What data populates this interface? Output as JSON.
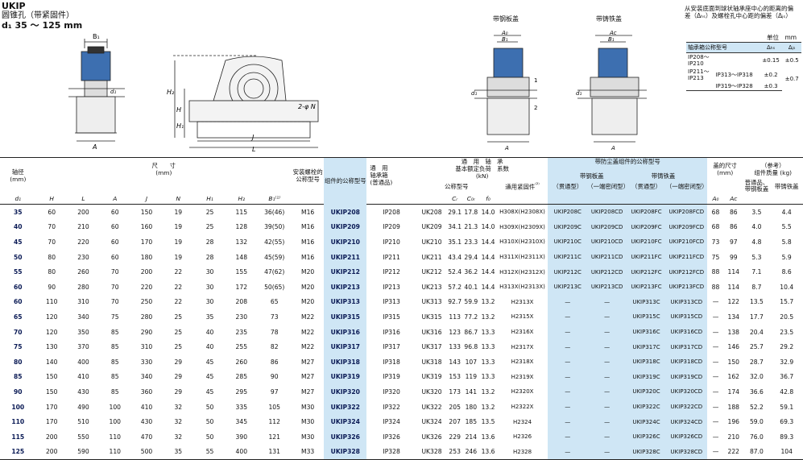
{
  "header": {
    "line1": "UKIP",
    "line2": "圆锥孔（带紧固件）",
    "line3": "d₁ 35 ～ 125 mm"
  },
  "drawing_labels": {
    "cap_steel": "带钢板盖",
    "cap_cast": "带铸铁盖",
    "B1": "B₁",
    "A": "A",
    "d1": "d₁",
    "H2": "H₂",
    "H": "H",
    "H1": "H₁",
    "J": "J",
    "L": "L",
    "N": "2-φ N",
    "A0": "A₀",
    "Ac": "Aᴄ",
    "num1": "1",
    "num2": "2"
  },
  "note": {
    "text": "从安装底面到球状轴承座中心的距离的偏差（Δₕₛ）及螺栓孔中心距的偏差（Δⱼₛ）",
    "unit": "单位　mm"
  },
  "tolerance": {
    "headers": [
      "轴承箱公称型号",
      "Δₕₛ",
      "Δⱼₛ"
    ],
    "rows": [
      {
        "a": "IP208～",
        "b": "IP210",
        "c": "",
        "dh": "±0.15",
        "dj": "±0.5"
      },
      {
        "a": "IP211～",
        "b": "IP213",
        "c": "IP313～IP318",
        "dh": "±0.2",
        "dj": ""
      },
      {
        "a": "",
        "b": "",
        "c": "IP319～IP328",
        "dh": "±0.3",
        "dj": "±0.7"
      }
    ]
  },
  "table": {
    "h": {
      "shaft": "轴径",
      "shaft_unit": "(mm)",
      "dim": "尺　　寸",
      "dim_unit": "(mm)",
      "bolt": "安装螺栓的公称型号",
      "unit_no": "组件的公称型号",
      "housing_use": "通　用",
      "housing_box": "轴承箱",
      "housing_std": "(普通品)",
      "brg_use": "通　用　轴　承",
      "brg_rating": "基本额定负荷　系数",
      "brg_kn": "(kN)",
      "brg_model": "公称型号",
      "adapter": "通用紧固件",
      "dust_title": "带防尘盖组件的公称型号",
      "dust_steel": "带钢板盖",
      "dust_cast": "带铸铁盖",
      "through": "（贯通型）",
      "blind": "（一端密闭型）",
      "cover_dim": "盖的尺寸",
      "cover_unit": "(mm)",
      "mass": "（参考）",
      "mass2": "组件质量 (kg)",
      "mass_std": "普通品、带钢板盖",
      "mass_cast": "带铸铁盖",
      "sym_d1": "d₁",
      "sym_H": "H",
      "sym_L": "L",
      "sym_A": "A",
      "sym_J": "J",
      "sym_N": "N",
      "sym_H1": "H₁",
      "sym_H2": "H₂",
      "sym_B1": "B₁⁽¹⁾",
      "sym_Cr": "Cᵣ",
      "sym_C0r": "C₀ᵣ",
      "sym_f0": "f₀",
      "sym_A0": "A₀",
      "sym_Ac": "Aᴄ",
      "sym_p": "⁽²⁾"
    },
    "rows": [
      [
        "35",
        "60",
        "200",
        "60",
        "150",
        "19",
        "25",
        "115",
        "36(46)",
        "M16",
        "UKIP208",
        "IP208",
        "UK208",
        "29.1",
        "17.8",
        "14.0",
        "H308X(H2308X)",
        "UKIP208C",
        "UKIP208CD",
        "UKIP208FC",
        "UKIP208FCD",
        "68",
        "86",
        "3.5",
        "4.4"
      ],
      [
        "40",
        "70",
        "210",
        "60",
        "160",
        "19",
        "25",
        "128",
        "39(50)",
        "M16",
        "UKIP209",
        "IP209",
        "UK209",
        "34.1",
        "21.3",
        "14.0",
        "H309X(H2309X)",
        "UKIP209C",
        "UKIP209CD",
        "UKIP209FC",
        "UKIP209FCD",
        "68",
        "86",
        "4.0",
        "5.5"
      ],
      [
        "45",
        "70",
        "220",
        "60",
        "170",
        "19",
        "28",
        "132",
        "42(55)",
        "M16",
        "UKIP210",
        "IP210",
        "UK210",
        "35.1",
        "23.3",
        "14.4",
        "H310X(H2310X)",
        "UKIP210C",
        "UKIP210CD",
        "UKIP210FC",
        "UKIP210FCD",
        "73",
        "97",
        "4.8",
        "5.8"
      ],
      [
        "50",
        "80",
        "230",
        "60",
        "180",
        "19",
        "28",
        "148",
        "45(59)",
        "M16",
        "UKIP211",
        "IP211",
        "UK211",
        "43.4",
        "29.4",
        "14.4",
        "H311X(H2311X)",
        "UKIP211C",
        "UKIP211CD",
        "UKIP211FC",
        "UKIP211FCD",
        "75",
        "99",
        "5.3",
        "5.9"
      ],
      [
        "55",
        "80",
        "260",
        "70",
        "200",
        "22",
        "30",
        "155",
        "47(62)",
        "M20",
        "UKIP212",
        "IP212",
        "UK212",
        "52.4",
        "36.2",
        "14.4",
        "H312X(H2312X)",
        "UKIP212C",
        "UKIP212CD",
        "UKIP212FC",
        "UKIP212FCD",
        "88",
        "114",
        "7.1",
        "8.6"
      ],
      [
        "60",
        "90",
        "280",
        "70",
        "220",
        "22",
        "30",
        "172",
        "50(65)",
        "M20",
        "UKIP213",
        "IP213",
        "UK213",
        "57.2",
        "40.1",
        "14.4",
        "H313X(H2313X)",
        "UKIP213C",
        "UKIP213CD",
        "UKIP213FC",
        "UKIP213FCD",
        "88",
        "114",
        "8.7",
        "10.4"
      ],
      [
        "60",
        "110",
        "310",
        "70",
        "250",
        "22",
        "30",
        "208",
        "65",
        "M20",
        "UKIP313",
        "IP313",
        "UK313",
        "92.7",
        "59.9",
        "13.2",
        "H2313X",
        "—",
        "—",
        "UKIP313C",
        "UKIP313CD",
        "—",
        "122",
        "13.5",
        "15.7"
      ],
      [
        "65",
        "120",
        "340",
        "75",
        "280",
        "25",
        "35",
        "230",
        "73",
        "M22",
        "UKIP315",
        "IP315",
        "UK315",
        "113",
        "77.2",
        "13.2",
        "H2315X",
        "—",
        "—",
        "UKIP315C",
        "UKIP315CD",
        "—",
        "134",
        "17.7",
        "20.5"
      ],
      [
        "70",
        "120",
        "350",
        "85",
        "290",
        "25",
        "40",
        "235",
        "78",
        "M22",
        "UKIP316",
        "IP316",
        "UK316",
        "123",
        "86.7",
        "13.3",
        "H2316X",
        "—",
        "—",
        "UKIP316C",
        "UKIP316CD",
        "—",
        "138",
        "20.4",
        "23.5"
      ],
      [
        "75",
        "130",
        "370",
        "85",
        "310",
        "25",
        "40",
        "255",
        "82",
        "M22",
        "UKIP317",
        "IP317",
        "UK317",
        "133",
        "96.8",
        "13.3",
        "H2317X",
        "—",
        "—",
        "UKIP317C",
        "UKIP317CD",
        "—",
        "146",
        "25.7",
        "29.2"
      ],
      [
        "80",
        "140",
        "400",
        "85",
        "330",
        "29",
        "45",
        "260",
        "86",
        "M27",
        "UKIP318",
        "IP318",
        "UK318",
        "143",
        "107",
        "13.3",
        "H2318X",
        "—",
        "—",
        "UKIP318C",
        "UKIP318CD",
        "—",
        "150",
        "28.7",
        "32.9"
      ],
      [
        "85",
        "150",
        "410",
        "85",
        "340",
        "29",
        "45",
        "285",
        "90",
        "M27",
        "UKIP319",
        "IP319",
        "UK319",
        "153",
        "119",
        "13.3",
        "H2319X",
        "—",
        "—",
        "UKIP319C",
        "UKIP319CD",
        "—",
        "162",
        "32.0",
        "36.7"
      ],
      [
        "90",
        "150",
        "430",
        "85",
        "360",
        "29",
        "45",
        "295",
        "97",
        "M27",
        "UKIP320",
        "IP320",
        "UK320",
        "173",
        "141",
        "13.2",
        "H2320X",
        "—",
        "—",
        "UKIP320C",
        "UKIP320CD",
        "—",
        "174",
        "36.6",
        "42.8"
      ],
      [
        "100",
        "170",
        "490",
        "100",
        "410",
        "32",
        "50",
        "335",
        "105",
        "M30",
        "UKIP322",
        "IP322",
        "UK322",
        "205",
        "180",
        "13.2",
        "H2322X",
        "—",
        "—",
        "UKIP322C",
        "UKIP322CD",
        "—",
        "188",
        "52.2",
        "59.1"
      ],
      [
        "110",
        "170",
        "510",
        "100",
        "430",
        "32",
        "50",
        "345",
        "112",
        "M30",
        "UKIP324",
        "IP324",
        "UK324",
        "207",
        "185",
        "13.5",
        "H2324",
        "—",
        "—",
        "UKIP324C",
        "UKIP324CD",
        "—",
        "196",
        "59.0",
        "69.3"
      ],
      [
        "115",
        "200",
        "550",
        "110",
        "470",
        "32",
        "50",
        "390",
        "121",
        "M30",
        "UKIP326",
        "IP326",
        "UK326",
        "229",
        "214",
        "13.6",
        "H2326",
        "—",
        "—",
        "UKIP326C",
        "UKIP326CD",
        "—",
        "210",
        "76.0",
        "89.3"
      ],
      [
        "125",
        "200",
        "590",
        "110",
        "500",
        "35",
        "55",
        "400",
        "131",
        "M33",
        "UKIP328",
        "IP328",
        "UK328",
        "253",
        "246",
        "13.6",
        "H2328",
        "—",
        "—",
        "UKIP328C",
        "UKIP328CD",
        "—",
        "222",
        "87.0",
        "104"
      ]
    ]
  }
}
